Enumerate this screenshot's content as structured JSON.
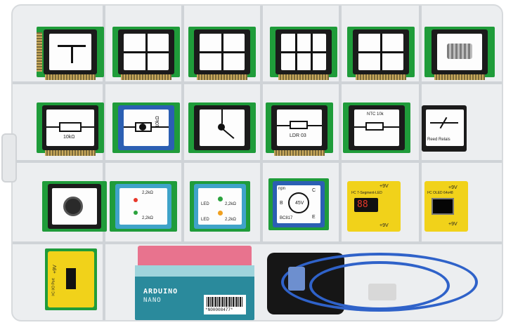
{
  "photo": {
    "subject": "parts-case",
    "colors": {
      "case": "#eceef0",
      "pcb": "#1f9c3a",
      "module_black": "#1b1b1b",
      "module_blue": "#2b5fb3",
      "module_yellow": "#f1d21a",
      "arduino_box": "#2a8a9c",
      "usb_cable": "#2f62c9"
    }
  },
  "labels": {
    "resistor": "10kΩ",
    "pot": "10kΩ",
    "ldr": "LDR 03",
    "ntc": "NTC 10k",
    "relay": "Reed Relais",
    "led1_r1": "2,2kΩ",
    "led1_r2": "2,2kΩ",
    "led2_led": "LED",
    "led2_r": "2,2kΩ",
    "led2_led_b": "LED",
    "led2_r_b": "2,2kΩ",
    "transistor_npn": "npn",
    "transistor_v": "45V",
    "transistor_b": "B",
    "transistor_c": "C",
    "transistor_e": "E",
    "transistor_part": "BC817",
    "seg_plus": "+9V",
    "seg_name": "I²C 7-Segment-LED",
    "seg_plus_b": "+9V",
    "seg_digits": "88",
    "oled_plus": "+9V",
    "oled_name": "I²C OLED 64x48",
    "oled_plus_b": "+9V",
    "io_plus": "+9V",
    "io_name": "I²C I/O Port",
    "arduino_title": "ARDUINO",
    "arduino_sub": "NANO",
    "barcode": "*N00008477*"
  }
}
